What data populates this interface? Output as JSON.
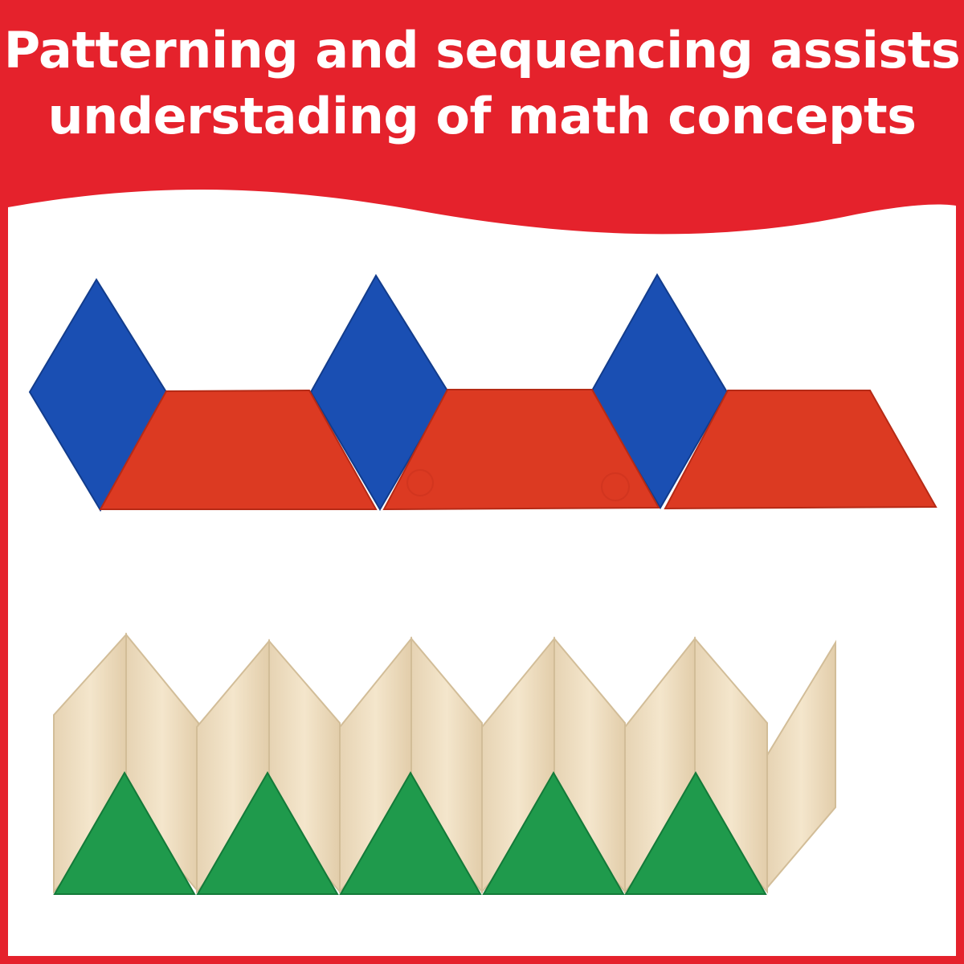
{
  "header": {
    "line1": "Patterning and sequencing assists",
    "line2": "understading of math concepts"
  },
  "colors": {
    "banner_red": "#e5222c",
    "background": "#ffffff",
    "rhombus_blue": "#1a4fb3",
    "trapezoid_red": "#dc3a22",
    "thin_rhombus_tan": "#efdfc3",
    "triangle_green": "#1f9a4c"
  },
  "photo": {
    "top_row_pattern": [
      "blue-rhombus",
      "red-trapezoid",
      "blue-rhombus",
      "red-trapezoid",
      "blue-rhombus",
      "red-trapezoid"
    ],
    "bottom_row_pattern": [
      "tan-rhombus",
      "tan-rhombus",
      "green-triangle"
    ],
    "bottom_row_repeats": 5
  }
}
